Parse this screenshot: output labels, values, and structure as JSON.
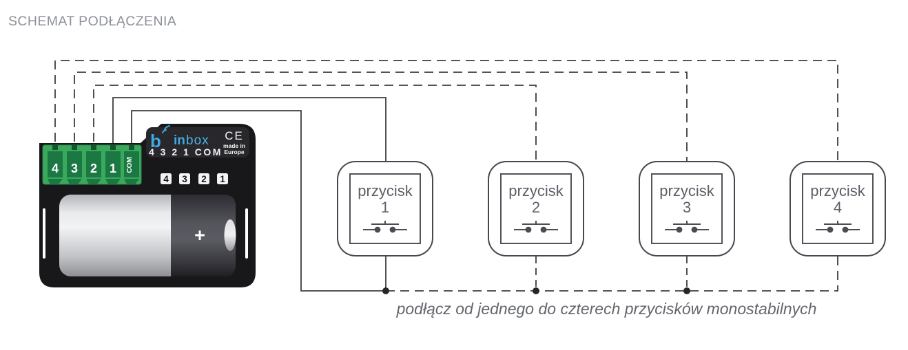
{
  "title": "SCHEMAT PODŁĄCZENIA",
  "caption": "podłącz od jednego do czterech przycisków monostabilnych",
  "device": {
    "brand": {
      "icon_letter": "b",
      "name_part1": "in",
      "name_part2": "box",
      "ports_label": "4 3 2 1 COM",
      "ce_mark": "CE",
      "origin_line1": "made in",
      "origin_line2": "Europe"
    },
    "terminal_labels": [
      "4",
      "3",
      "2",
      "1",
      "COM"
    ],
    "input_chips": [
      "4",
      "3",
      "2",
      "1"
    ],
    "battery_plus": "+"
  },
  "buttons": [
    {
      "label": "przycisk",
      "number": "1"
    },
    {
      "label": "przycisk",
      "number": "2"
    },
    {
      "label": "przycisk",
      "number": "3"
    },
    {
      "label": "przycisk",
      "number": "4"
    }
  ],
  "colors": {
    "wire": "#3a3d41",
    "accent_blue": "#3fa9e0",
    "terminal_green": "#3aa95d",
    "terminal_green_dark": "#1b7843",
    "title_gray": "#8d9198",
    "caption_gray": "#63666c"
  }
}
